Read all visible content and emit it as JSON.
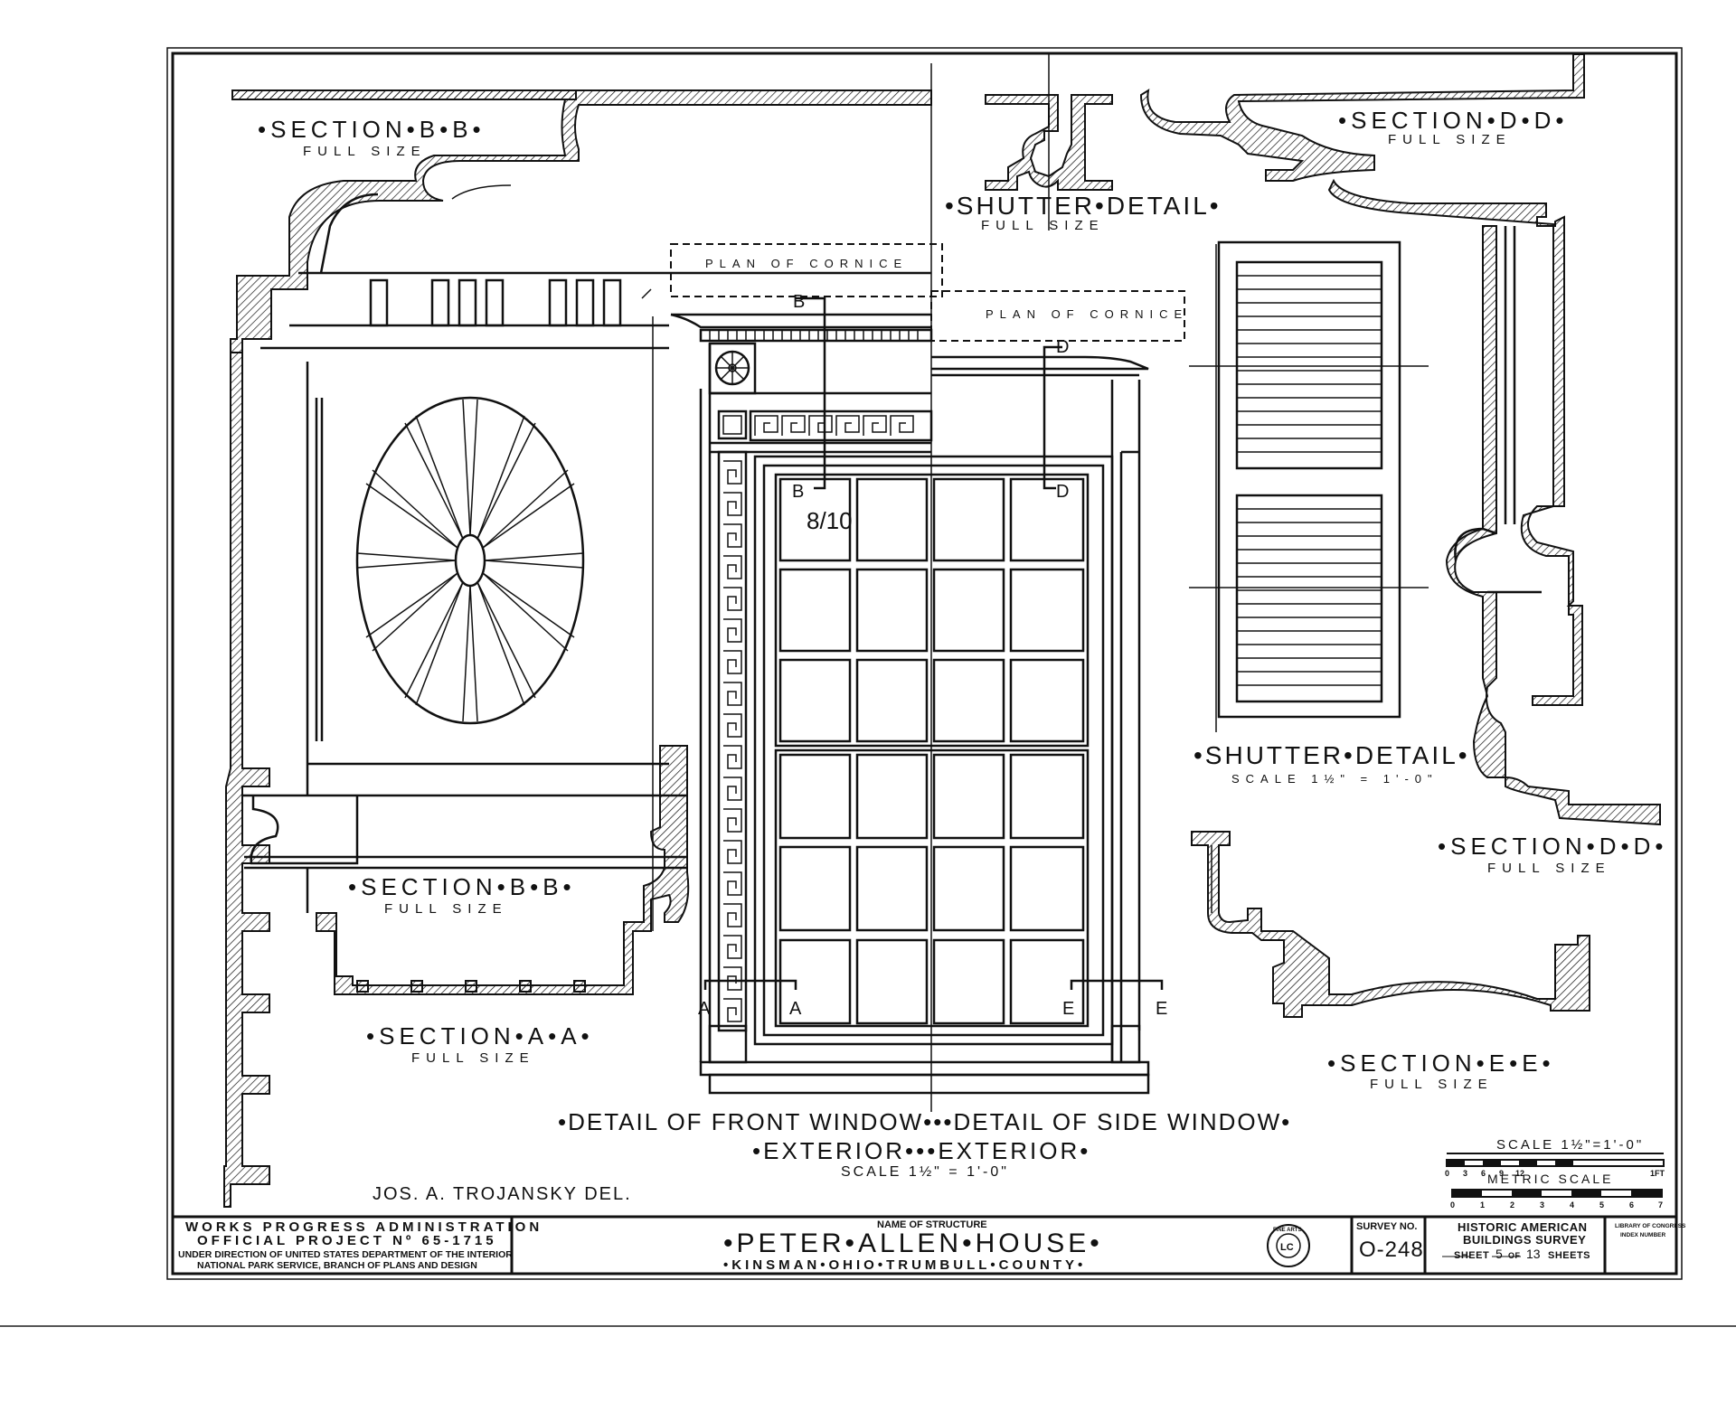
{
  "labels": {
    "section_bb_top": "•SECTION•B•B•",
    "section_bb_top_sub": "FULL SIZE",
    "shutter_detail_top": "•SHUTTER•DETAIL•",
    "shutter_detail_top_sub": "FULL SIZE",
    "section_dd_top": "•SECTION•D•D•",
    "section_dd_top_sub": "FULL SIZE",
    "plan_cornice_left": "PLAN OF CORNICE",
    "plan_cornice_right": "PLAN OF CORNICE",
    "marker_b": "B",
    "marker_d": "D",
    "marker_a": "A",
    "marker_e": "E",
    "sash_note": "8/10",
    "shutter_detail_mid": "•SHUTTER•DETAIL•",
    "shutter_detail_mid_scale": "SCALE 1½\" = 1'-0\"",
    "section_dd_mid": "•SECTION•D•D•",
    "section_dd_mid_sub": "FULL SIZE",
    "section_bb_low": "•SECTION•B•B•",
    "section_bb_low_sub": "FULL SIZE",
    "section_aa": "•SECTION•A•A•",
    "section_aa_sub": "FULL SIZE",
    "section_ee": "•SECTION•E•E•",
    "section_ee_sub": "FULL SIZE",
    "detail_front_window": "•DETAIL OF FRONT WINDOW•••DETAIL OF SIDE WINDOW•",
    "exterior_line": "•EXTERIOR•••EXTERIOR•",
    "detail_scale": "SCALE 1½\" = 1'-0\"",
    "delineator": "JOS. A. TROJANSKY DEL."
  },
  "scales": {
    "graphic_scale_title": "SCALE 1½\"=1'-0\"",
    "graphic_ticks": [
      "0",
      "3",
      "6",
      "9",
      "12",
      "1FT"
    ],
    "metric_title": "METRIC SCALE",
    "metric_ticks": [
      "0",
      "1",
      "2",
      "3",
      "4",
      "5",
      "6",
      "7"
    ]
  },
  "title_block": {
    "wpa": "WORKS PROGRESS ADMINISTRATION",
    "project": "OFFICIAL PROJECT Nº 65-1715",
    "direction": "UNDER DIRECTION OF UNITED STATES DEPARTMENT OF THE INTERIOR",
    "park_service": "NATIONAL PARK SERVICE, BRANCH OF PLANS AND DESIGN",
    "name_caption": "NAME OF STRUCTURE",
    "structure_name": "•PETER•ALLEN•HOUSE•",
    "location": "•KINSMAN•OHIO•TRUMBULL•COUNTY•",
    "seal_text": "FINE ARTS",
    "seal_initials": "LC",
    "survey_caption": "SURVEY NO.",
    "survey_no": "O-248",
    "habs_line1": "HISTORIC AMERICAN",
    "habs_line2": "BUILDINGS SURVEY",
    "sheet_label": "SHEET",
    "sheet_no": "5",
    "sheet_of": "OF",
    "sheet_total": "13",
    "sheets_label": "SHEETS",
    "loc_line1": "LIBRARY OF CONGRESS",
    "loc_line2": "INDEX NUMBER"
  }
}
